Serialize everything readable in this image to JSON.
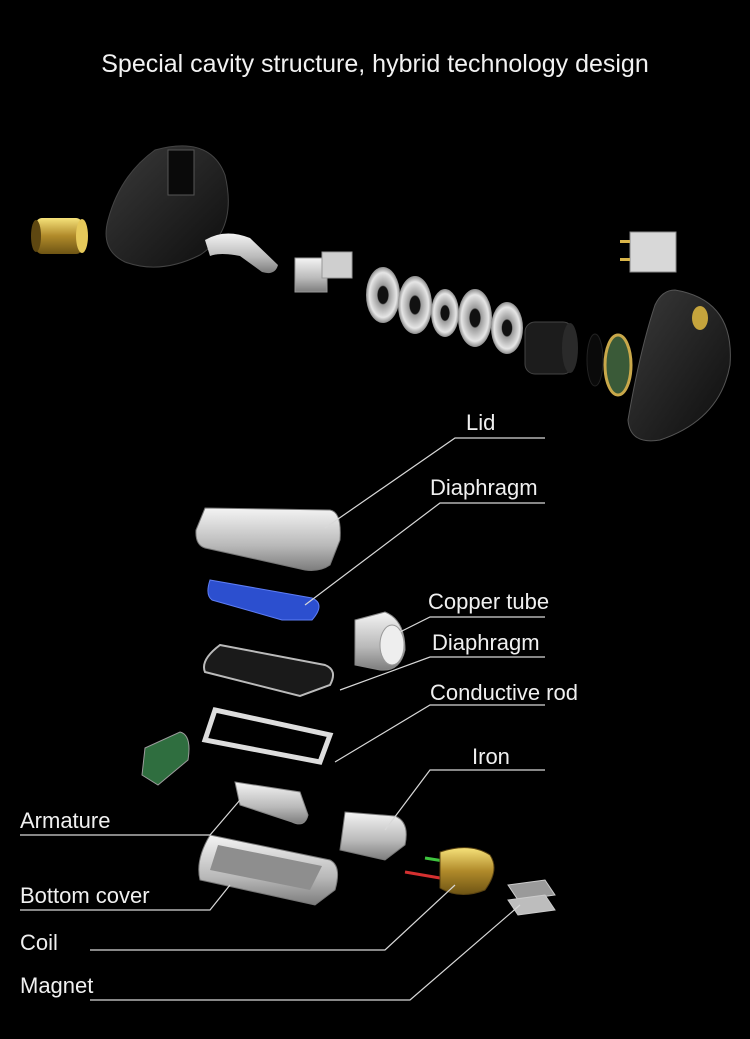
{
  "title": "Special cavity structure, hybrid technology design",
  "labels": {
    "lid": "Lid",
    "diaphragm_top": "Diaphragm",
    "copper_tube": "Copper tube",
    "diaphragm_mid": "Diaphragm",
    "conductive_rod": "Conductive rod",
    "iron": "Iron",
    "armature": "Armature",
    "bottom_cover": "Bottom cover",
    "coil": "Coil",
    "magnet": "Magnet"
  }
}
